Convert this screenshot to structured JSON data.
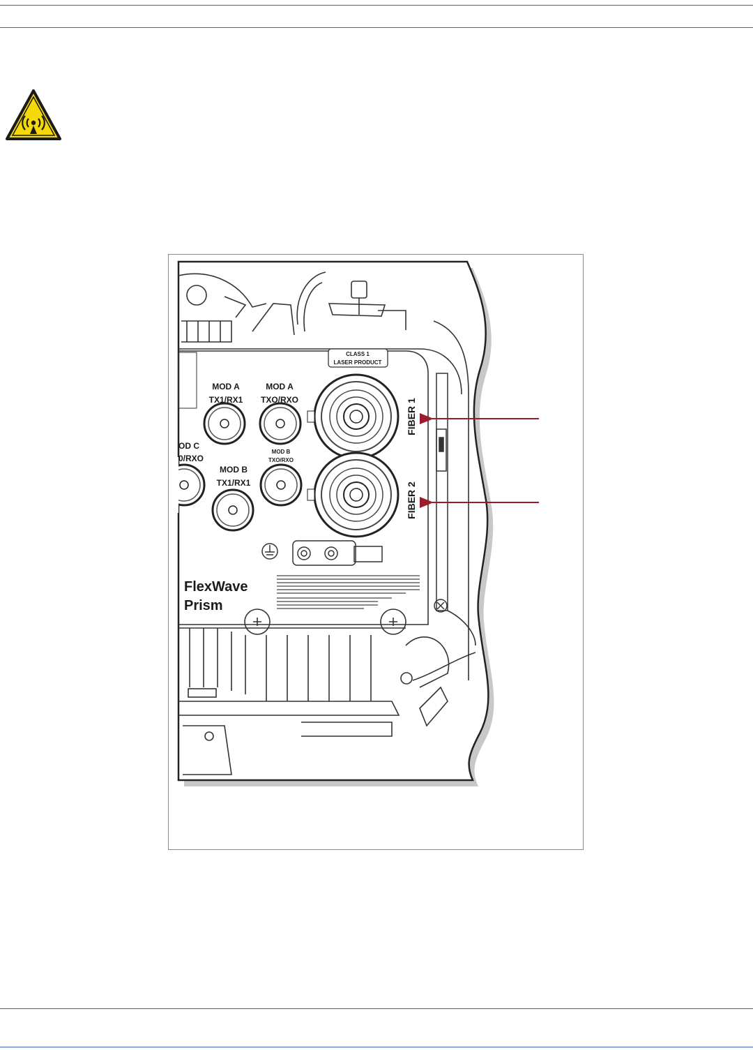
{
  "colors": {
    "rule": "#3a66a8",
    "arrow": "#9b1c2a",
    "warning_fill": "#f5d90a",
    "figure_border": "#8a8a8a"
  },
  "icons": {
    "warning": "rf-radiation-warning-icon"
  },
  "figure": {
    "laser_label_line1": "CLASS 1",
    "laser_label_line2": "LASER PRODUCT",
    "port_mod_a_tx1_line1": "MOD A",
    "port_mod_a_tx1_line2": "TX1/RX1",
    "port_mod_a_tx0_line1": "MOD A",
    "port_mod_a_tx0_line2": "TXO/RXO",
    "port_mod_c_line1": "OD C",
    "port_mod_c_line2": "0/RXO",
    "port_mod_b_tx0_line1": "MOD B",
    "port_mod_b_tx0_line2": "TXO/RXO",
    "port_mod_b_tx1_line1": "MOD B",
    "port_mod_b_tx1_line2": "TX1/RX1",
    "fiber1_label": "FIBER 1",
    "fiber2_label": "FIBER 2",
    "brand_line1": "FlexWave",
    "brand_line2": "Prism"
  }
}
